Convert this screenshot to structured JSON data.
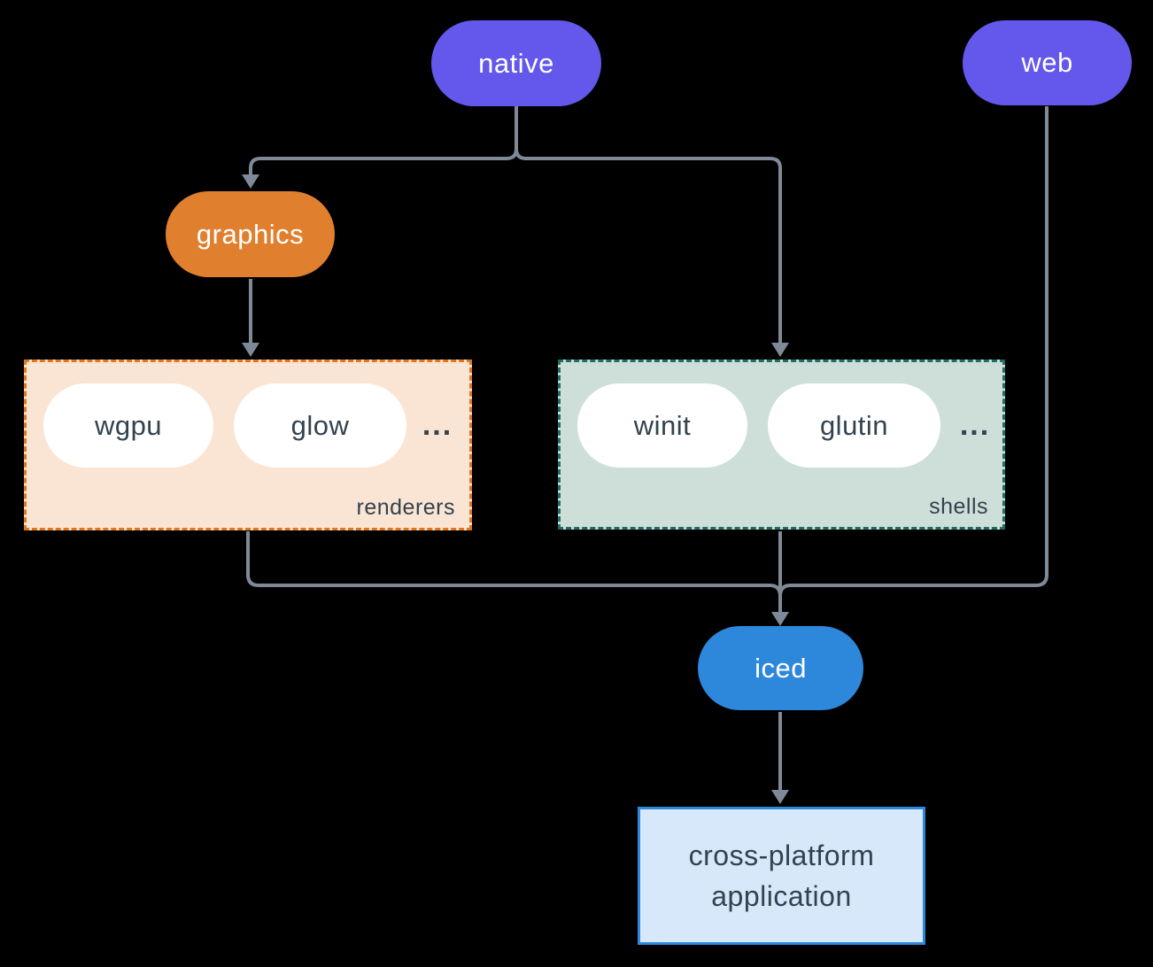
{
  "diagram": {
    "nodes": {
      "native": {
        "label": "native"
      },
      "web": {
        "label": "web"
      },
      "graphics": {
        "label": "graphics"
      },
      "iced": {
        "label": "iced"
      },
      "application": {
        "label": "cross-platform application"
      }
    },
    "groups": {
      "renderers": {
        "label": "renderers",
        "items": [
          "wgpu",
          "glow"
        ],
        "ellipsis": "..."
      },
      "shells": {
        "label": "shells",
        "items": [
          "winit",
          "glutin"
        ],
        "ellipsis": "..."
      }
    },
    "colors": {
      "purple": "#6457EB",
      "orange": "#E0802F",
      "orangeBorder": "#E2761D",
      "peach": "#FAE5D4",
      "mint": "#CEDFD9",
      "teal": "#1E6F63",
      "blue": "#2D87DB",
      "lightblue": "#D6E8F9",
      "edge": "#7E8A98",
      "dark": "#33424E",
      "bg": "#000000"
    }
  }
}
